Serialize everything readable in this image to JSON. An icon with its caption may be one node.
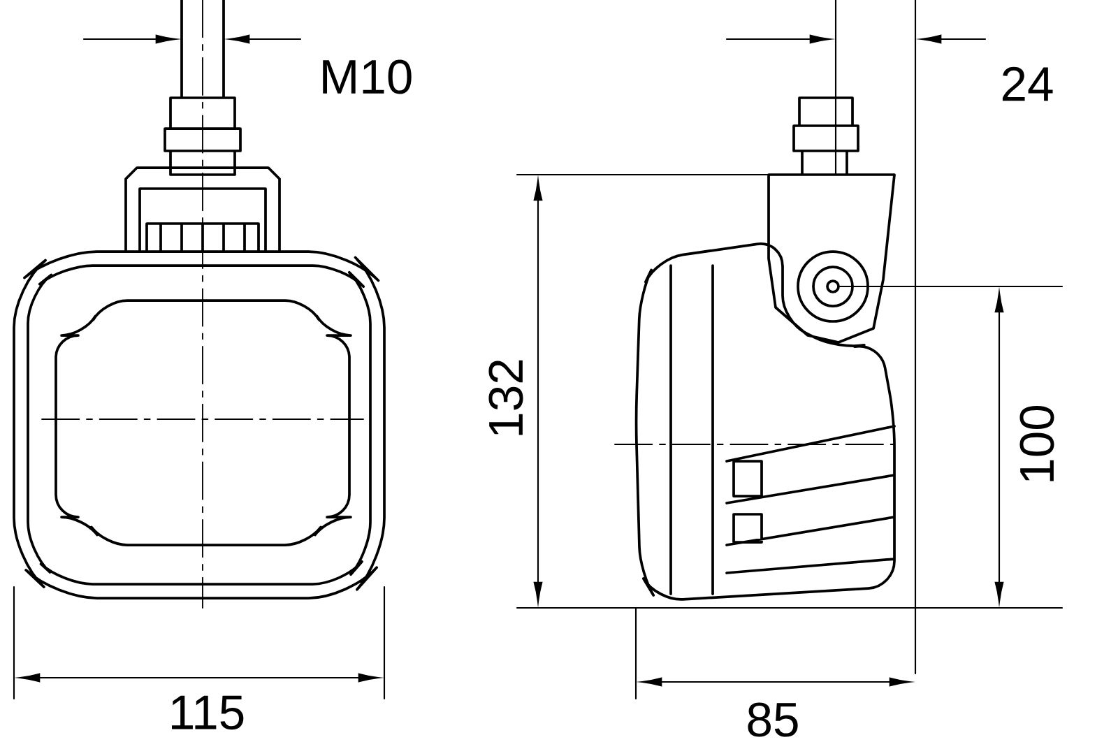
{
  "diagram": {
    "labels": [
      "M10",
      "24",
      "132",
      "100",
      "115",
      "85"
    ]
  }
}
